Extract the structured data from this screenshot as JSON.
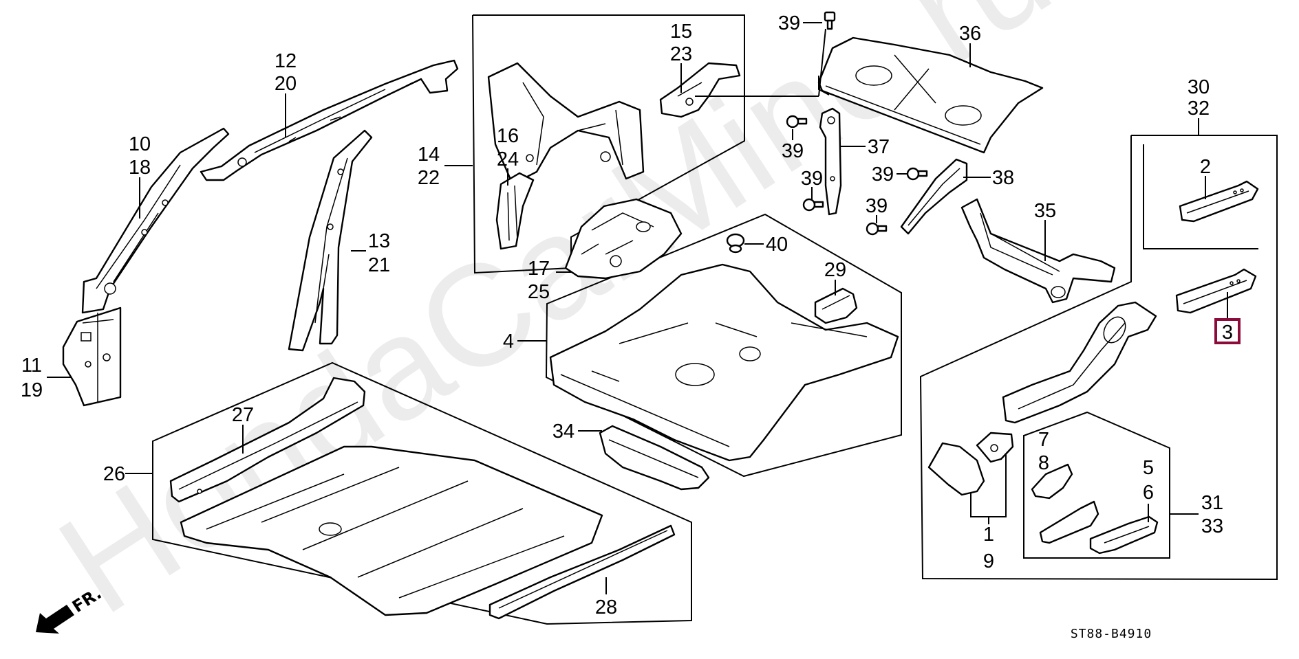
{
  "diagram": {
    "code": "ST88-B4910",
    "watermark": "HondaCarMine.ru",
    "direction_label": "FR.",
    "highlight_color": "#8c0b3b",
    "highlighted_part": "3"
  },
  "callouts": {
    "p12_20": [
      "12",
      "20"
    ],
    "p10_18": [
      "10",
      "18"
    ],
    "p13_21": [
      "13",
      "21"
    ],
    "p11_19": [
      "11",
      "19"
    ],
    "p14_22": [
      "14",
      "22"
    ],
    "p16_24": [
      "16",
      "24"
    ],
    "p15_23": [
      "15",
      "23"
    ],
    "p17_25": [
      "17",
      "25"
    ],
    "p39_top": "39",
    "p36": "36",
    "p37": "37",
    "p39_a": "39",
    "p39_b": "39",
    "p39_c": "39",
    "p39_d": "39",
    "p38": "38",
    "p35": "35",
    "p30_32": [
      "30",
      "32"
    ],
    "p2": "2",
    "p3": "3",
    "p40": "40",
    "p29": "29",
    "p4": "4",
    "p34": "34",
    "p27": "27",
    "p26": "26",
    "p28": "28",
    "p7_8": [
      "7",
      "8"
    ],
    "p5_6": [
      "5",
      "6"
    ],
    "p31_33": [
      "31",
      "33"
    ],
    "p1_9": [
      "1",
      "9"
    ]
  }
}
